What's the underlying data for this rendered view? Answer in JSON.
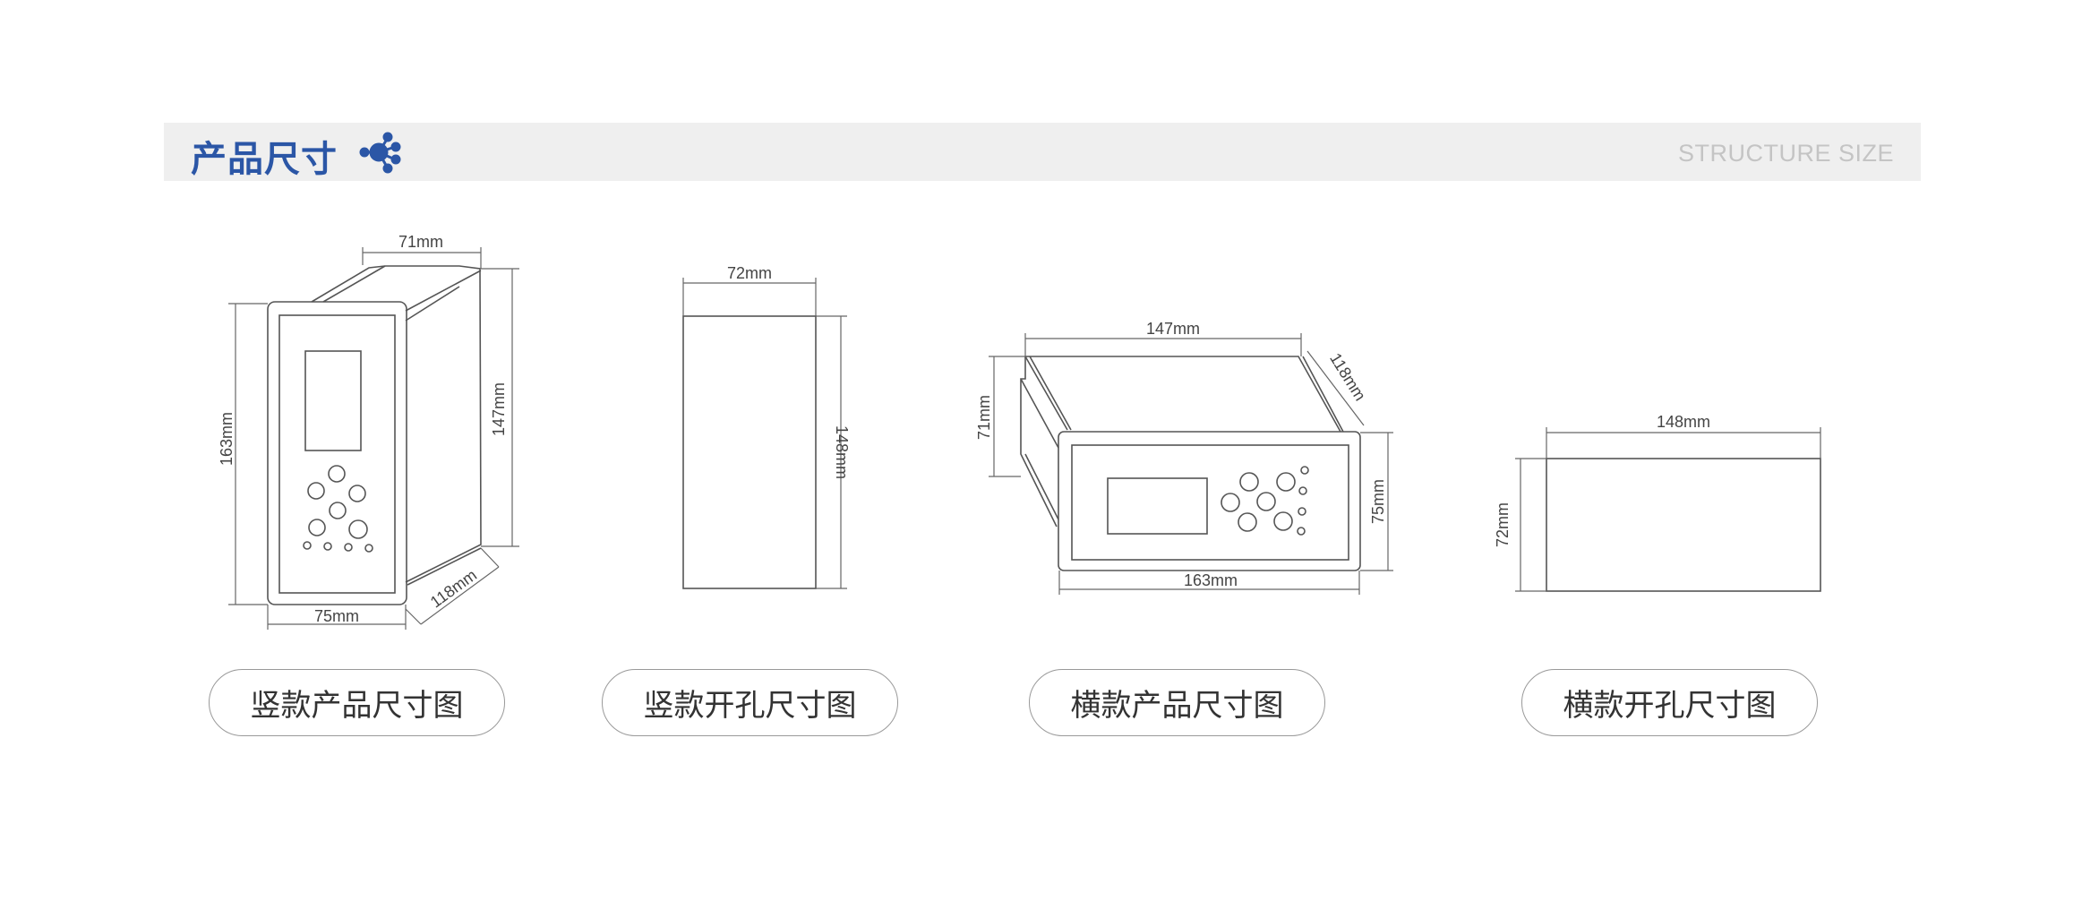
{
  "header": {
    "title": "产品尺寸",
    "subtitle": "STRUCTURE SIZE",
    "icon": "network-node-icon",
    "accent_color": "#2b56a6"
  },
  "diagrams": [
    {
      "caption": "竖款产品尺寸图",
      "dims": {
        "top": "71mm",
        "right": "147mm",
        "left": "163mm",
        "bottom": "75mm",
        "depth": "118mm"
      }
    },
    {
      "caption": "竖款开孔尺寸图",
      "dims": {
        "top": "72mm",
        "right": "148mm"
      }
    },
    {
      "caption": "横款产品尺寸图",
      "dims": {
        "top": "147mm",
        "depth": "118mm",
        "left": "71mm",
        "right": "75mm",
        "bottom": "163mm"
      }
    },
    {
      "caption": "横款开孔尺寸图",
      "dims": {
        "top": "148mm",
        "left": "72mm"
      }
    }
  ]
}
